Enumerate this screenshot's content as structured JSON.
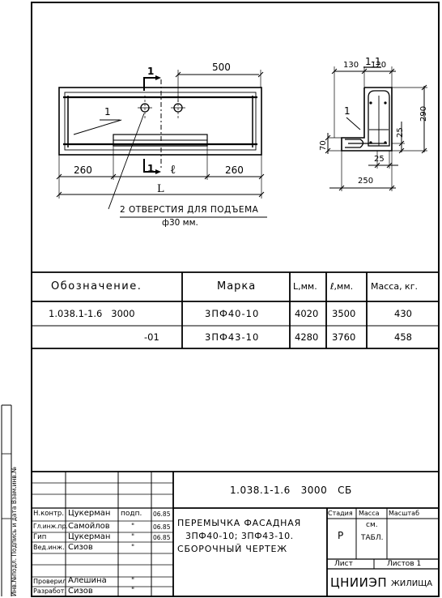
{
  "drawing": {
    "plan_dims": {
      "d500": "500",
      "d260_left": "260",
      "d260_right": "260",
      "l_small": "ℓ",
      "L_big": "L",
      "section_mark_1a": "1",
      "section_mark_1b": "1",
      "leader_1": "1"
    },
    "note_line1": "2 отверстия для подъема",
    "note_line2": "ф30 мм.",
    "section": {
      "title": "1-1",
      "d130": "130",
      "d120": "120",
      "d290": "290",
      "d25_v": "25",
      "d70": "70",
      "d25_h": "25",
      "d250": "250",
      "leader_1": "1"
    }
  },
  "table": {
    "headers": [
      "Обозначение.",
      "Марка",
      "L,мм.",
      "ℓ,мм.",
      "Масса, кг."
    ],
    "rows": [
      {
        "designation": "1.038.1-1.6   3000",
        "mark": "3ПФ40-10",
        "L": "4020",
        "l": "3500",
        "mass": "430"
      },
      {
        "designation": "-01",
        "mark": "3ПФ43-10",
        "L": "4280",
        "l": "3760",
        "mass": "458"
      }
    ]
  },
  "side_stamp": "Инв.№подл. Подпись и дата Взам.инв.№",
  "title_block": {
    "code": "1.038.1-1.6   3000   СБ",
    "title_lines": [
      "Перемычка фасадная",
      "3ПФ40-10; 3ПФ43-10.",
      "Сборочный чертеж"
    ],
    "staff": [
      {
        "role": "Н.контр.",
        "name": "Цукерман",
        "sign": "подп.",
        "date": "06.85"
      },
      {
        "role": "Гл.инж.пр.",
        "name": "Самойлов",
        "sign": "\"",
        "date": "06.85"
      },
      {
        "role": "Гип",
        "name": "Цукерман",
        "sign": "\"",
        "date": "06.85"
      },
      {
        "role": "Вед.инж.",
        "name": "Сизов",
        "sign": "\"",
        "date": ""
      },
      {
        "role": "",
        "name": "",
        "sign": "",
        "date": ""
      },
      {
        "role": "Проверил",
        "name": "Алешина",
        "sign": "\"",
        "date": ""
      },
      {
        "role": "Разработ.",
        "name": "Сизов",
        "sign": "\"",
        "date": ""
      }
    ],
    "stage_header": "Стадия",
    "mass_header": "Масса",
    "scale_header": "Масштаб",
    "stage_value": "Р",
    "mass_value_1": "см.",
    "mass_value_2": "табл.",
    "sheet_label": "Лист",
    "sheets_label": "Листов 1",
    "org_main": "ЦНИИЭП",
    "org_sub": "жилища"
  }
}
